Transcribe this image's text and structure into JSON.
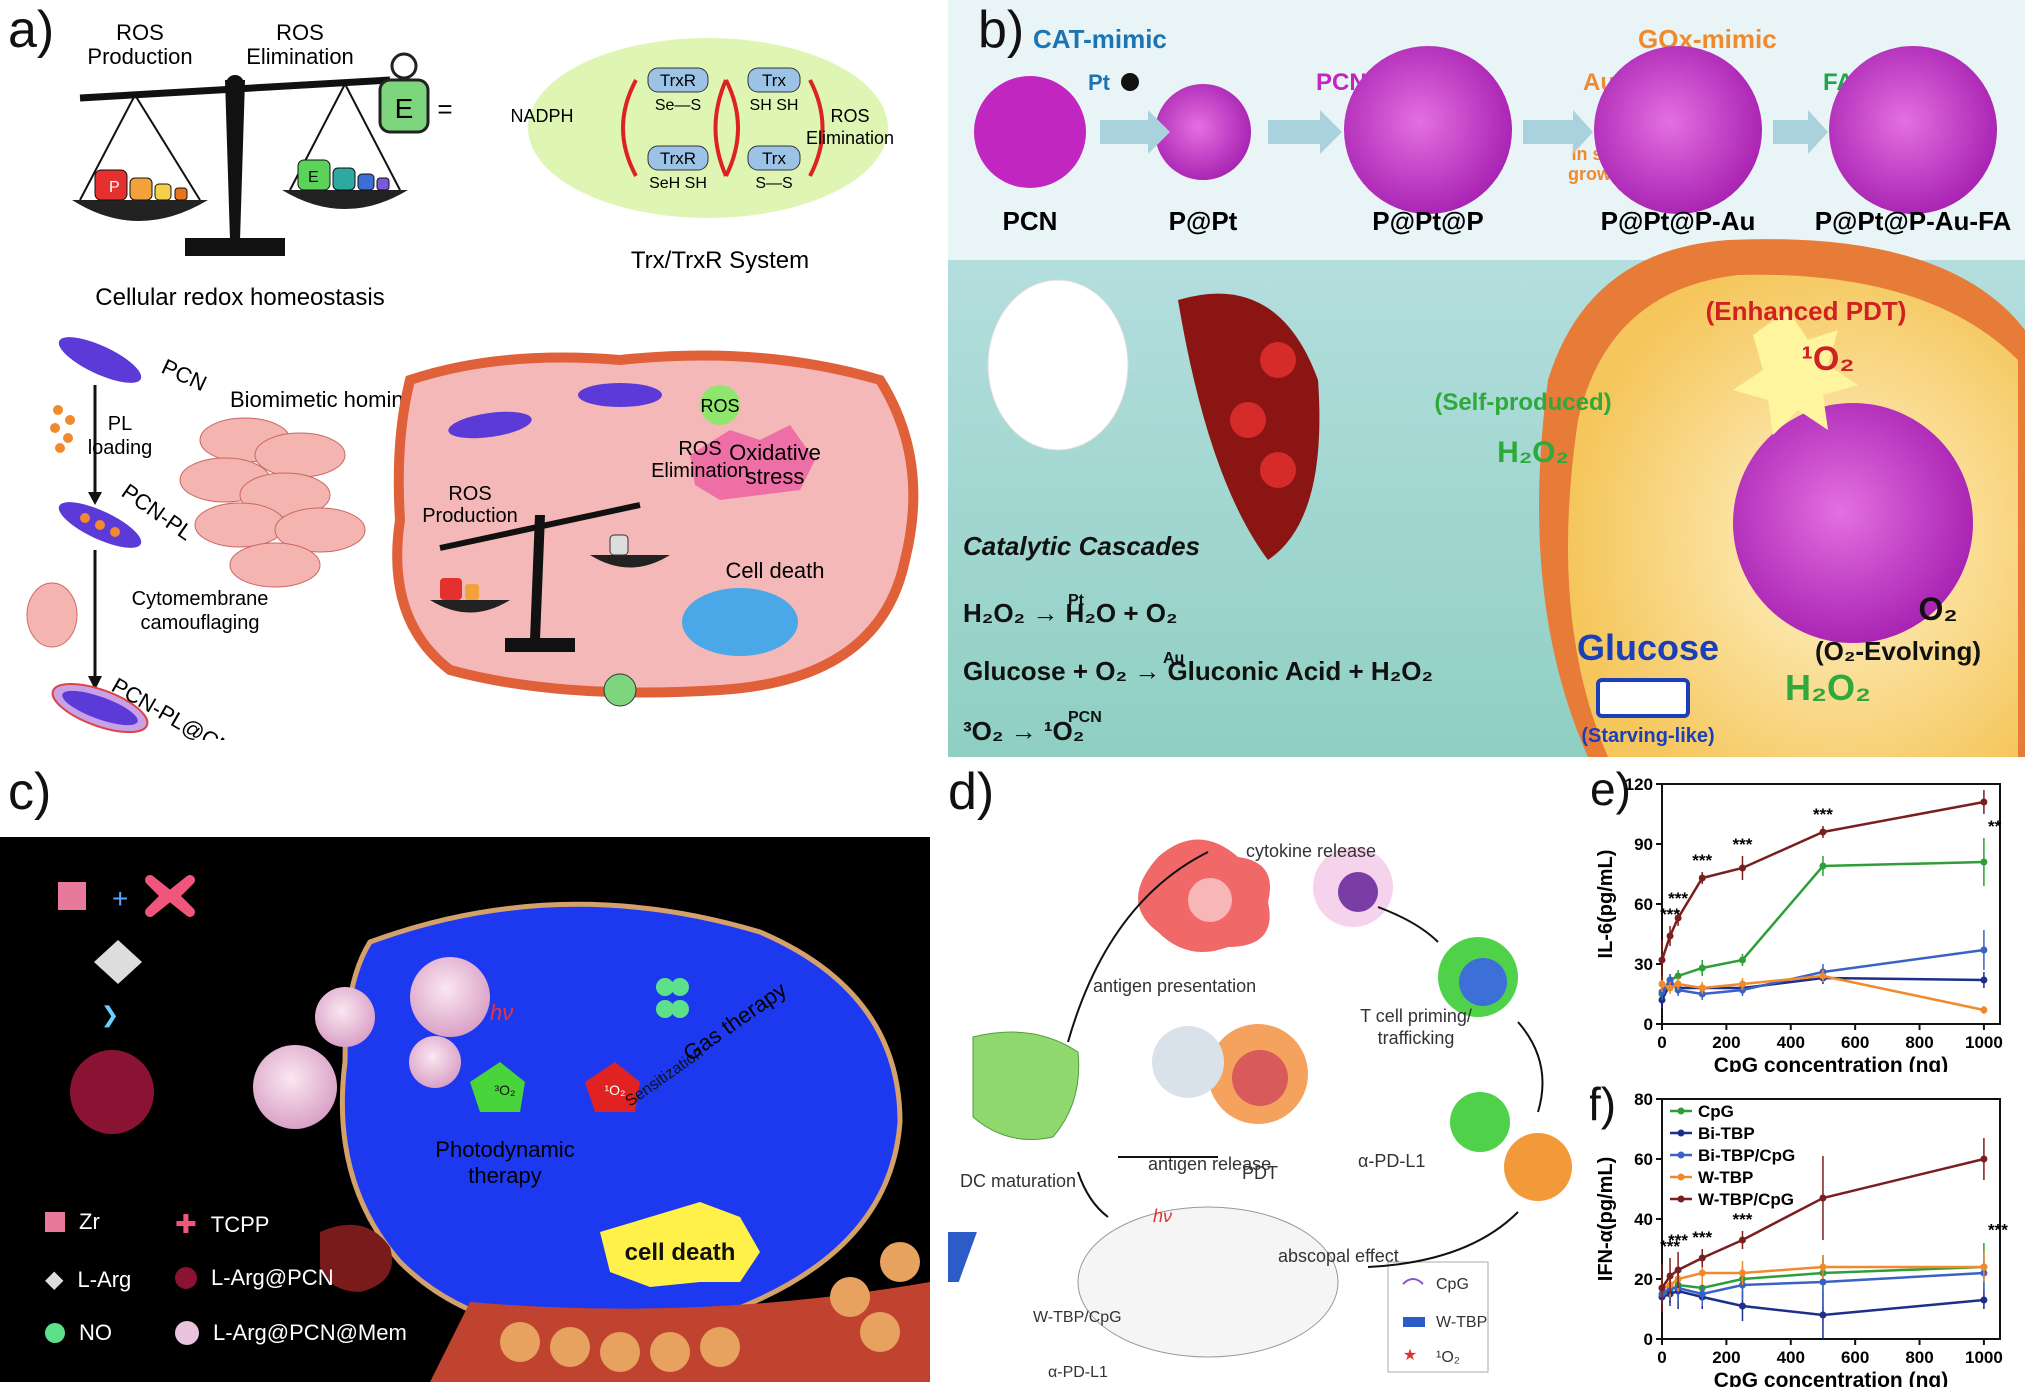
{
  "panels": {
    "a": {
      "label": "a)",
      "ros_production": "ROS\nProduction",
      "ros_elimination": "ROS\nElimination",
      "redox_caption": "Cellular redox homeostasis",
      "nadph": "NADPH",
      "e_letter": "E",
      "equals": "=",
      "trxr_top": "TrxR",
      "trxr_top_sub": "Se—S",
      "trx_top": "Trx",
      "trx_top_sub": "SH SH",
      "trxr_bottom": "TrxR",
      "trxr_bottom_sub": "SeH SH",
      "trx_bottom": "Trx",
      "trx_bottom_sub": "S—S",
      "ros_elim_side": "ROS\nElimination",
      "system_caption": "Trx/TrxR System",
      "pcn": "PCN",
      "pl_loading": "PL\nloading",
      "pcn_pl": "PCN-PL",
      "cytomembrane": "Cytomembrane\ncamouflaging",
      "pcn_pl_cm": "PCN-PL@CM",
      "biomimetic": "Biomimetic homing",
      "ros": "ROS",
      "cell_ros_elim": "ROS\nElimination",
      "cell_ros_prod": "ROS\nProduction",
      "oxidative": "Oxidative\nstress",
      "cell_death": "Cell death"
    },
    "b": {
      "label": "b)",
      "cat_mimic": "CAT-mimic",
      "gox_mimic": "GOx-mimic",
      "pt": "Pt",
      "pcn_top": "PCN",
      "au": "Au",
      "fa": "FA",
      "in_suit": "in suit\ngrowth",
      "names": [
        "PCN",
        "P@Pt",
        "P@Pt@P",
        "P@Pt@P-Au",
        "P@Pt@P-Au-FA"
      ],
      "enhanced_pdt": "(Enhanced PDT)",
      "singlet": "¹O₂",
      "self_produced": "(Self-produced)",
      "h2o2": "H₂O₂",
      "catalytic": "Catalytic Cascades",
      "eq1": "H₂O₂ → H₂O + O₂",
      "eq1_cat": "Pt",
      "eq2": "Glucose + O₂ → Gluconic Acid + H₂O₂",
      "eq2_cat": "Au",
      "eq3": "³O₂ → ¹O₂",
      "eq3_cat": "PCN",
      "o2": "O₂",
      "o2_evolving": "(O₂-Evolving)",
      "glucose": "Glucose",
      "h2o2_big": "H₂O₂",
      "starving": "(Starving-like)"
    },
    "c": {
      "label": "c)",
      "plus": "+",
      "hv": "hν",
      "pdt": "Photodynamic\ntherapy",
      "sensitization": "Sensitization",
      "gas": "Gas therapy",
      "cell_death": "cell death",
      "o2a": "³O₂",
      "o2b": "¹O₂",
      "legend": [
        {
          "icon": "zr-cube",
          "label": "Zr"
        },
        {
          "icon": "tcpp-cross",
          "label": "TCPP"
        },
        {
          "icon": "l-arg-diamond",
          "label": "L-Arg"
        },
        {
          "icon": "l-arg-pcn-sphere",
          "label": "L-Arg@PCN"
        },
        {
          "icon": "no-molecule",
          "label": "NO"
        },
        {
          "icon": "l-arg-pcn-mem-sphere",
          "label": "L-Arg@PCN@Mem"
        }
      ]
    },
    "d": {
      "label": "d)",
      "cytokine": "cytokine release",
      "antigen_presentation": "antigen presentation",
      "t_cell": "T cell priming/\ntrafficking",
      "dc_maturation": "DC maturation",
      "antigen_release": "antigen release",
      "pdt": "PDT",
      "hv": "hν",
      "alpha_pdl1": "α-PD-L1",
      "alpha_pdl1_bottom": "α-PD-L1",
      "abscopal": "abscopal effect",
      "wtbp_cpg": "W-TBP/CpG",
      "legend": [
        "CpG",
        "W-TBP",
        "¹O₂"
      ]
    }
  },
  "chart_data": [
    {
      "panel": "e)",
      "type": "line",
      "ylabel": "IL-6(pg/mL)",
      "xlabel": "CpG concentration (ng)",
      "xlim": [
        0,
        1050
      ],
      "ylim": [
        0,
        120
      ],
      "xticks": [
        0,
        200,
        400,
        600,
        800,
        1000
      ],
      "yticks": [
        0,
        30,
        60,
        90,
        120
      ],
      "x": [
        0,
        25,
        50,
        125,
        250,
        500,
        1000
      ],
      "series": [
        {
          "name": "CpG",
          "color": "#2e9e38",
          "values": [
            15,
            22,
            24,
            28,
            32,
            79,
            81
          ],
          "err": [
            4,
            3,
            3,
            4,
            3,
            5,
            12
          ]
        },
        {
          "name": "Bi-TBP",
          "color": "#1d2f8a",
          "values": [
            12,
            20,
            18,
            18,
            18,
            23,
            22
          ],
          "err": [
            4,
            3,
            3,
            3,
            3,
            3,
            4
          ]
        },
        {
          "name": "Bi-TBP/CpG",
          "color": "#3a62c4",
          "values": [
            16,
            22,
            17,
            15,
            17,
            26,
            37
          ],
          "err": [
            4,
            3,
            3,
            3,
            3,
            4,
            10
          ]
        },
        {
          "name": "W-TBP",
          "color": "#f08a2d",
          "values": [
            20,
            18,
            20,
            18,
            20,
            24,
            7
          ],
          "err": [
            4,
            3,
            3,
            3,
            3,
            3,
            2
          ]
        },
        {
          "name": "W-TBP/CpG",
          "color": "#7a1f1f",
          "values": [
            32,
            44,
            53,
            73,
            78,
            96,
            111
          ],
          "err": [
            10,
            5,
            4,
            3,
            6,
            3,
            6
          ]
        }
      ],
      "annotations": [
        "***",
        "***",
        "***",
        "***",
        "***",
        "**"
      ]
    },
    {
      "panel": "f)",
      "type": "line",
      "ylabel": "IFN-α(pg/mL)",
      "xlabel": "CpG concentration (ng)",
      "xlim": [
        0,
        1050
      ],
      "ylim": [
        0,
        80
      ],
      "xticks": [
        0,
        200,
        400,
        600,
        800,
        1000
      ],
      "yticks": [
        0,
        20,
        40,
        60,
        80
      ],
      "x": [
        0,
        25,
        50,
        125,
        250,
        500,
        1000
      ],
      "legend": [
        "CpG",
        "Bi-TBP",
        "Bi-TBP/CpG",
        "W-TBP",
        "W-TBP/CpG"
      ],
      "series": [
        {
          "name": "CpG",
          "color": "#2e9e38",
          "values": [
            15,
            16,
            18,
            17,
            20,
            22,
            24
          ],
          "err": [
            3,
            4,
            4,
            5,
            4,
            6,
            8
          ]
        },
        {
          "name": "Bi-TBP",
          "color": "#1d2f8a",
          "values": [
            14,
            15,
            16,
            14,
            11,
            8,
            13
          ],
          "err": [
            3,
            4,
            6,
            4,
            5,
            8,
            3
          ]
        },
        {
          "name": "Bi-TBP/CpG",
          "color": "#3a62c4",
          "values": [
            15,
            17,
            17,
            15,
            18,
            19,
            22
          ],
          "err": [
            3,
            4,
            5,
            4,
            5,
            8,
            6
          ]
        },
        {
          "name": "W-TBP",
          "color": "#f08a2d",
          "values": [
            17,
            18,
            20,
            22,
            22,
            24,
            24
          ],
          "err": [
            3,
            4,
            4,
            4,
            4,
            4,
            5
          ]
        },
        {
          "name": "W-TBP/CpG",
          "color": "#7a1f1f",
          "values": [
            17,
            21,
            23,
            27,
            33,
            47,
            60
          ],
          "err": [
            8,
            6,
            6,
            3,
            3,
            14,
            7
          ]
        }
      ],
      "annotations": [
        "***",
        "***",
        "***",
        "***",
        "***"
      ]
    }
  ]
}
